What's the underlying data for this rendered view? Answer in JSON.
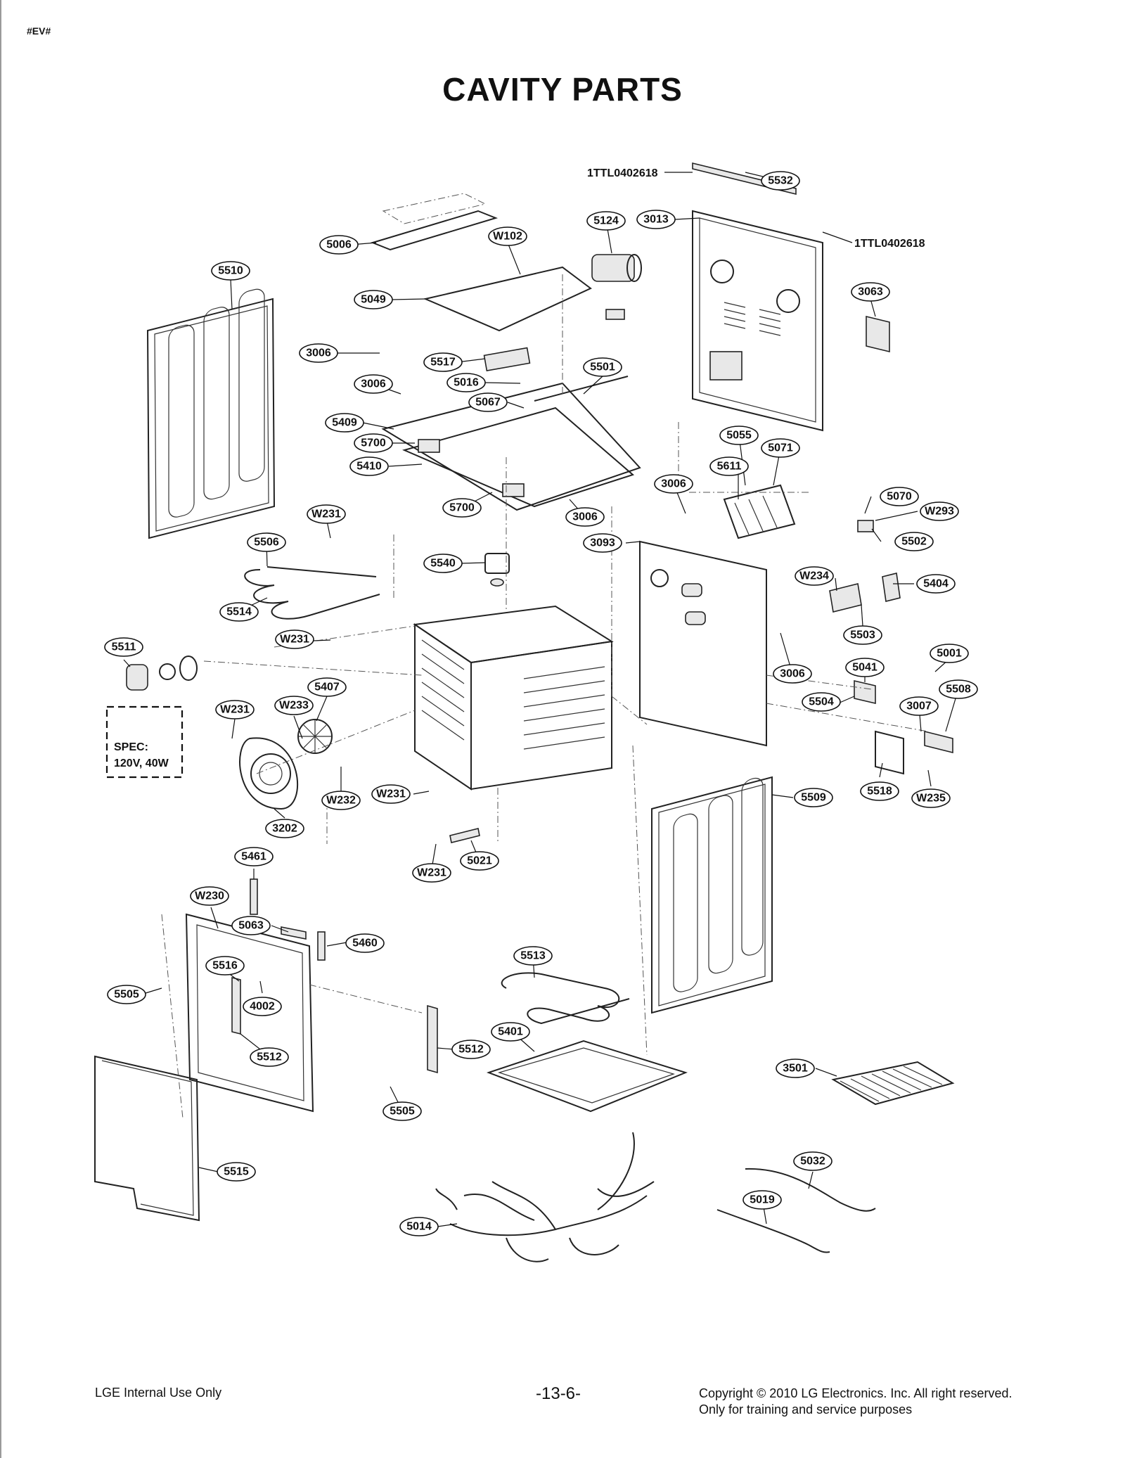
{
  "header": {
    "doc_tag": "#EV#",
    "title": "CAVITY PARTS"
  },
  "part_numbers": {
    "screw_code_top": "1TTL0402618",
    "screw_code_right": "1TTL0402618"
  },
  "callouts": [
    "5532",
    "5124",
    "3013",
    "5006",
    "W102",
    "5510",
    "5049",
    "3063",
    "3006",
    "5517",
    "5501",
    "3006",
    "5016",
    "5067",
    "5409",
    "5700",
    "5055",
    "5410",
    "5071",
    "5611",
    "3006",
    "5070",
    "W293",
    "5700",
    "3006",
    "3093",
    "5502",
    "W231",
    "5506",
    "5540",
    "W234",
    "5404",
    "5514",
    "W231",
    "5503",
    "5511",
    "5001",
    "3006",
    "5041",
    "5407",
    "5508",
    "W231",
    "W233",
    "5504",
    "3007",
    "W232",
    "W231",
    "5518",
    "W235",
    "3202",
    "5509",
    "5461",
    "5021",
    "W231",
    "W230",
    "5063",
    "5460",
    "5513",
    "5516",
    "5505",
    "4002",
    "5401",
    "5512",
    "5512",
    "3501",
    "5505",
    "5515",
    "5032",
    "5019",
    "5014"
  ],
  "spec_box": {
    "line1": "SPEC:",
    "line2": "120V, 40W"
  },
  "footer": {
    "left": "LGE Internal Use Only",
    "page": "-13-6-",
    "copyright": "Copyright © 2010 LG Electronics. Inc. All right reserved.",
    "notice": "Only for training and service purposes"
  }
}
